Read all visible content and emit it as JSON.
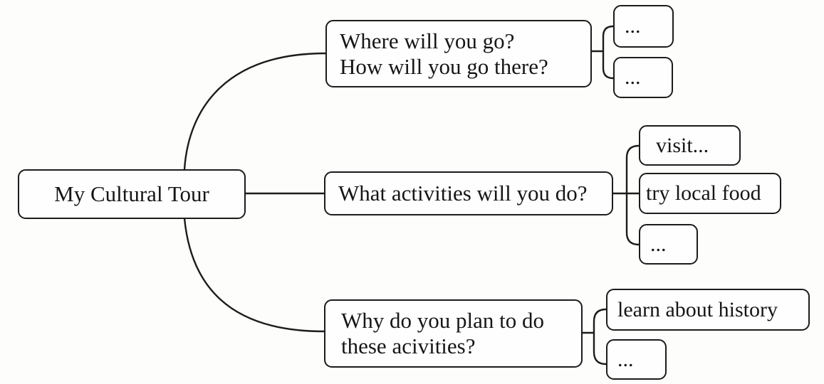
{
  "root": {
    "label": "My Cultural Tour"
  },
  "branches": [
    {
      "question_lines": [
        "Where will you go?",
        "How will you go there?"
      ],
      "answers": [
        "...",
        "..."
      ]
    },
    {
      "question_lines": [
        "What activities will you do?"
      ],
      "answers": [
        "visit...",
        "try local food",
        "..."
      ]
    },
    {
      "question_lines": [
        "Why do you plan to do",
        "these acivities?"
      ],
      "answers": [
        "learn about history",
        "..."
      ]
    }
  ],
  "colors": {
    "stroke": "#1c1c1c",
    "background": "#fdfdfb"
  }
}
